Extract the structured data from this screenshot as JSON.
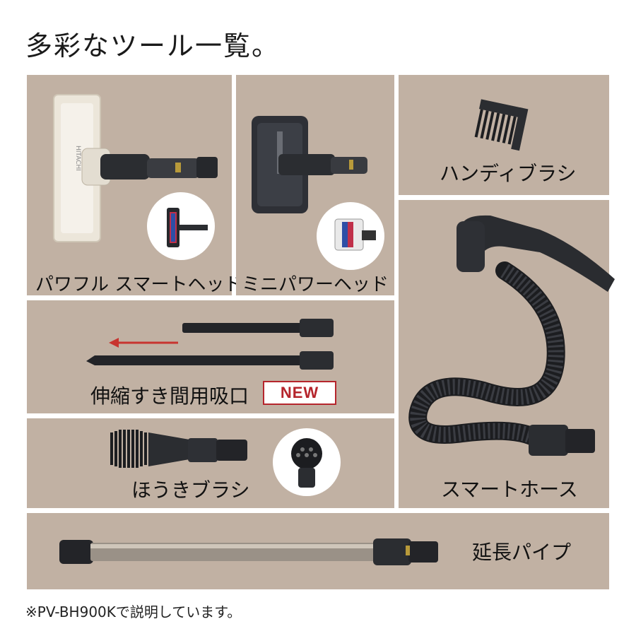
{
  "title": "多彩なツール一覧。",
  "tools": {
    "power_head": "パワフル スマートヘッド",
    "mini_head": "ミニパワーヘッド",
    "handy_brush": "ハンディブラシ",
    "crevice": "伸縮すき間用吸口",
    "new_badge": "NEW",
    "hose": "スマートホース",
    "broom_brush": "ほうきブラシ",
    "pipe": "延長パイプ"
  },
  "brand_mark": "HITACHI",
  "footnote": "※PV-BH900Kで説明しています。",
  "colors": {
    "panel": "#c1b1a3",
    "accent_red": "#b5252c"
  }
}
